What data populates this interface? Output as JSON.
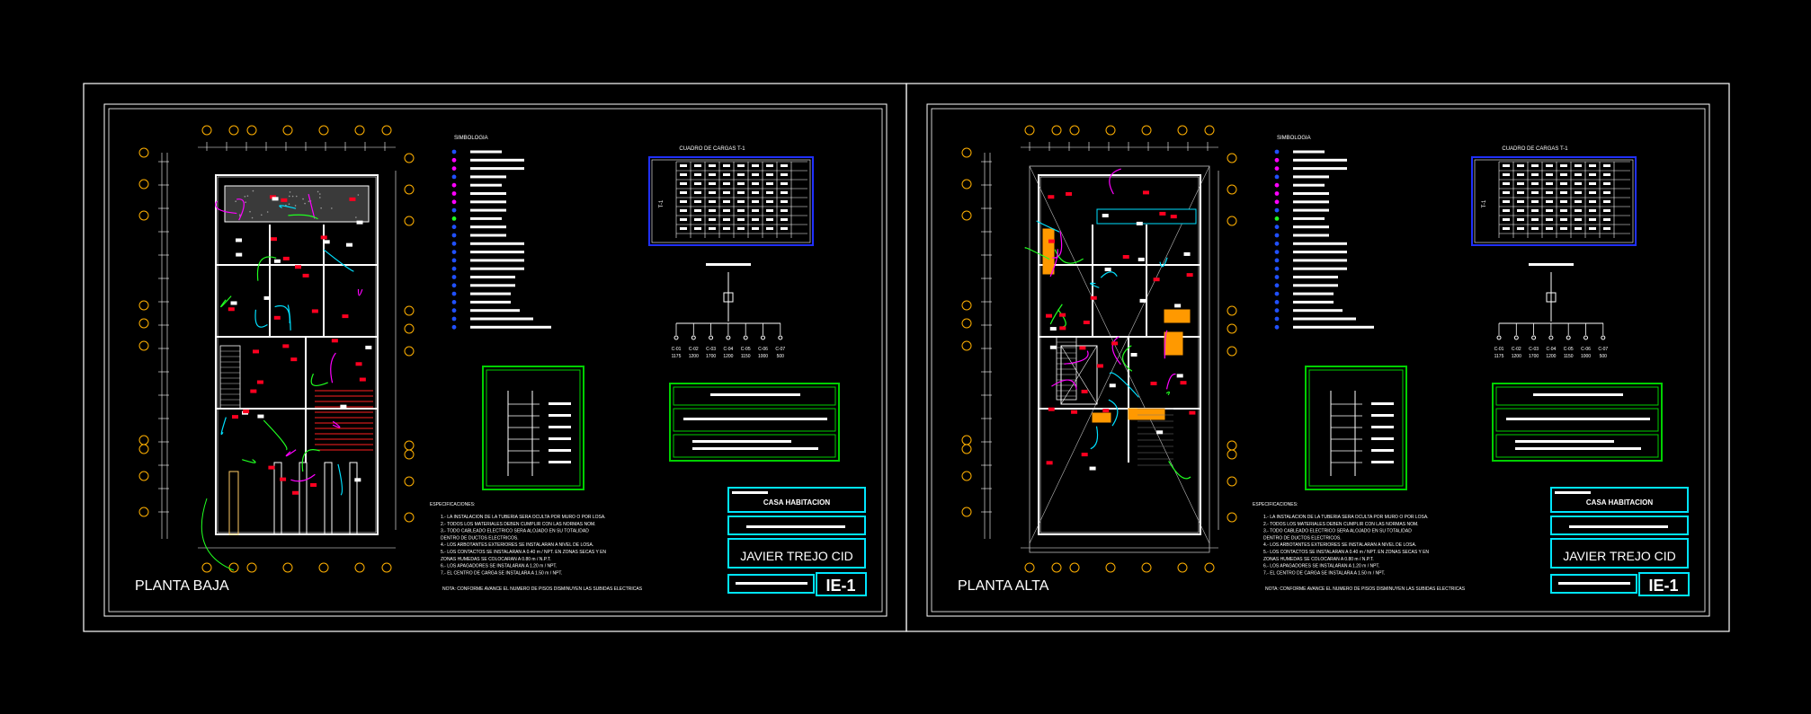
{
  "sheets": [
    {
      "id": "planta_baja",
      "label": "PLANTA BAJA",
      "symbology_title": "SIMBOLOGIA",
      "loads_title": "CUADRO DE CARGAS T-1",
      "loads_board": "T-1",
      "notes_title": "ESPECIFICACIONES:",
      "notes": [
        "1.- LA INSTALACION DE LA TUBERIA SERA OCULTA POR MURO O POR LOSA.",
        "2.- TODOS LOS MATERIALES DEBEN CUMPLIR CON LAS NORMAS NOM.",
        "3.- TODO CABLEADO ELECTRICO SERA ALOJADO EN SU TOTALIDAD",
        "     DENTRO DE DUCTOS ELECTRICOS.",
        "4.- LOS ARBOTANTES EXTERIORES SE INSTALARAN A NIVEL DE LOSA.",
        "5.- LOS CONTACTOS SE INSTALARAN A 0.40 m / NPT. EN ZONAS SECAS Y EN",
        "     ZONAS HUMEDAS SE COLOCARAN A 0.80 m / N.P.T.",
        "6.- LOS APAGADORES SE INSTALARAN A 1.20 m / NPT.",
        "7.- EL CENTRO DE CARGA SE INSTALARA A 1.50 m / NPT."
      ],
      "nota": "NOTA: CONFORME AVANCE EL NUMERO DE PISOS DISMINUYEN LAS SUBIDAS ELECTRICAS",
      "project": "CASA HABITACION",
      "author": "JAVIER TREJO CID",
      "sheet_code": "IE-1",
      "circuits": [
        "C-01",
        "C-02",
        "C-03",
        "C-04",
        "C-05",
        "C-06",
        "C-07"
      ],
      "circuit_loads": [
        "1175",
        "1200",
        "1700",
        "1200",
        "1150",
        "1000",
        "500"
      ]
    },
    {
      "id": "planta_alta",
      "label": "PLANTA ALTA",
      "symbology_title": "SIMBOLOGIA",
      "loads_title": "CUADRO DE CARGAS T-1",
      "loads_board": "T-1",
      "notes_title": "ESPECIFICACIONES:",
      "notes": [
        "1.- LA INSTALACION DE LA TUBERIA SERA OCULTA POR MURO O POR LOSA.",
        "2.- TODOS LOS MATERIALES DEBEN CUMPLIR CON LAS NORMAS NOM.",
        "3.- TODO CABLEADO ELECTRICO SERA ALOJADO EN SU TOTALIDAD",
        "     DENTRO DE DUCTOS ELECTRICOS.",
        "4.- LOS ARBOTANTES EXTERIORES SE INSTALARAN A NIVEL DE LOSA.",
        "5.- LOS CONTACTOS SE INSTALARAN A 0.40 m / NPT. EN ZONAS SECAS Y EN",
        "     ZONAS HUMEDAS SE COLOCARAN A 0.80 m / N.P.T.",
        "6.- LOS APAGADORES SE INSTALARAN A 1.20 m / NPT.",
        "7.- EL CENTRO DE CARGA SE INSTALARA A 1.50 m / NPT."
      ],
      "nota": "NOTA: CONFORME AVANCE EL NUMERO DE PISOS DISMINUYEN LAS SUBIDAS ELECTRICAS",
      "project": "CASA HABITACION",
      "author": "JAVIER TREJO CID",
      "sheet_code": "IE-1",
      "circuits": [
        "C-01",
        "C-02",
        "C-03",
        "C-04",
        "C-05",
        "C-06",
        "C-07"
      ],
      "circuit_loads": [
        "1175",
        "1200",
        "1700",
        "1200",
        "1150",
        "1000",
        "500"
      ]
    }
  ],
  "colors": {
    "background": "#000000",
    "frame": "#ffffff",
    "title_box": "#00e5ff",
    "legend_box": "#00d000",
    "loads_box": "#2030ff",
    "device_red": "#ff0020",
    "wire_magenta": "#ff00ff",
    "wire_cyan": "#00e0ff",
    "wire_green": "#20ff20",
    "grid_bubble": "#ffb000",
    "fill_orange": "#ff9900"
  }
}
